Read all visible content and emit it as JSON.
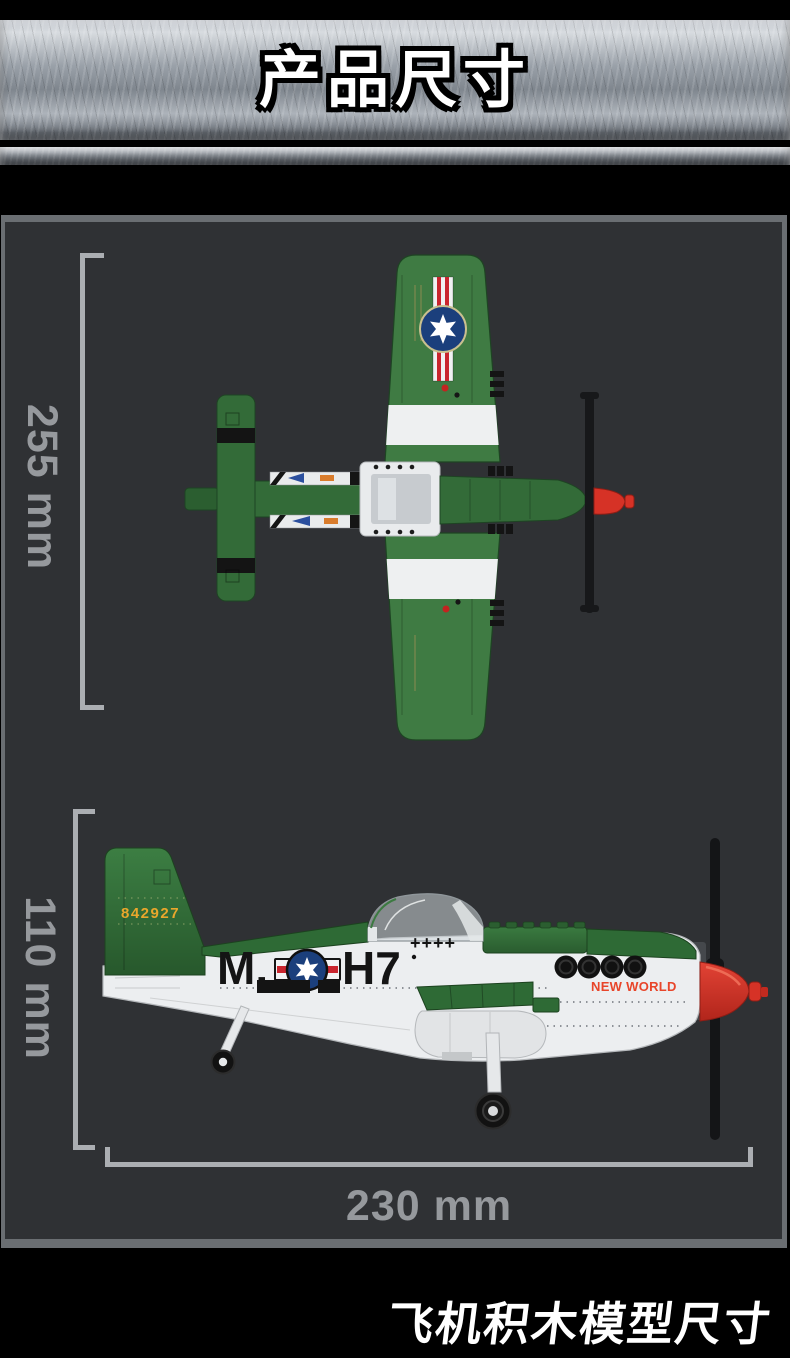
{
  "header": {
    "title": "产品尺寸"
  },
  "dimensions": {
    "top_view_span": "255 mm",
    "side_view_height": "110 mm",
    "side_view_length": "230 mm"
  },
  "aircraft": {
    "tail_number": "842927",
    "fuselage_code_left": "M.",
    "fuselage_code_right": "H7",
    "kill_marks": "++++",
    "nose_art": "NEW WORLD"
  },
  "footer": {
    "caption": "飞机积木模型尺寸"
  },
  "colors": {
    "panel_bg": "#2f3134",
    "panel_border": "#6a6e72",
    "dimension_gray": "#96999d",
    "brick_green": "#336b38",
    "brick_green_dark": "#2b5e30",
    "spinner_red": "#d63226",
    "roundel_blue": "#1b3f7c",
    "stripe_red": "#c9252e",
    "tail_number_yellow": "#e9a72c",
    "nose_art_red": "#e8452a"
  }
}
